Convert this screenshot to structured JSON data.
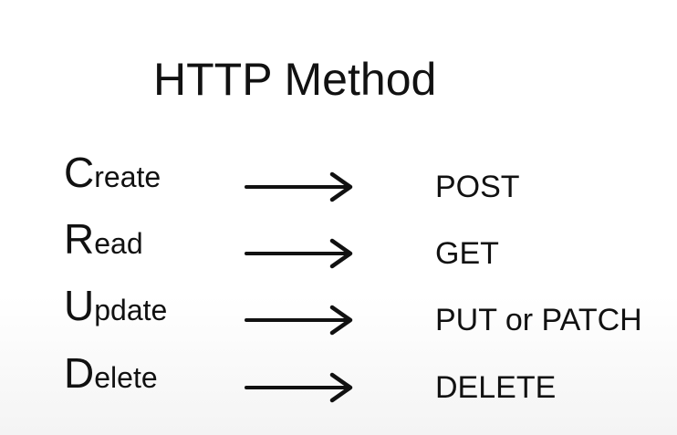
{
  "title": "HTTP Method",
  "mappings": [
    {
      "initial": "C",
      "rest": "reate",
      "method": "POST"
    },
    {
      "initial": "R",
      "rest": "ead",
      "method": "GET"
    },
    {
      "initial": "U",
      "rest": "pdate",
      "method": "PUT or PATCH"
    },
    {
      "initial": "D",
      "rest": "elete",
      "method": "DELETE"
    }
  ],
  "icons": {
    "mapping_arrow": "right-arrow-icon"
  }
}
